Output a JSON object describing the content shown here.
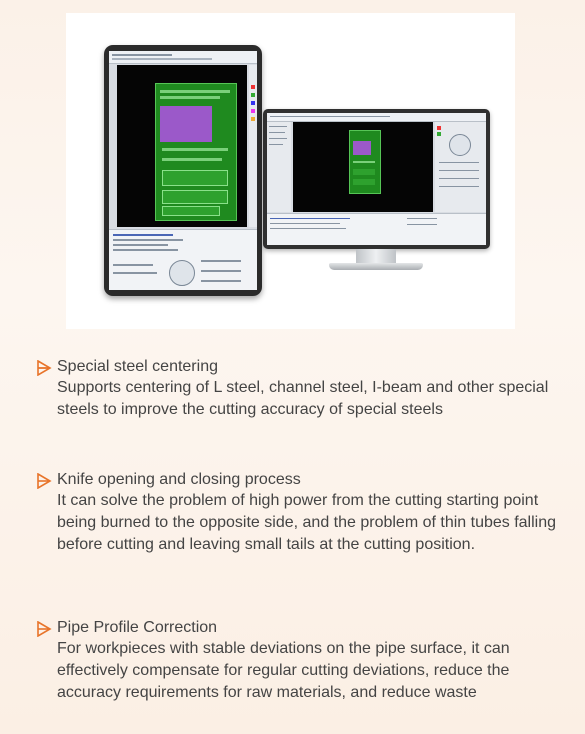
{
  "features": [
    {
      "title": "Special steel centering",
      "description": "Supports centering of L steel, channel steel, I-beam and other special steels to improve the cutting accuracy of special steels",
      "icon": "triangle-arrow-icon"
    },
    {
      "title": "Knife opening and closing process",
      "description": "It can solve the problem of high power from the cutting starting point being burned to the opposite side, and the problem of thin tubes falling before cutting and leaving small tails at the cutting position.",
      "icon": "triangle-arrow-icon"
    },
    {
      "title": "Pipe Profile Correction",
      "description": "For workpieces with stable deviations on the pipe surface, it can effectively compensate for regular cutting deviations, reduce the accuracy requirements for raw materials, and reduce waste",
      "icon": "triangle-arrow-icon"
    }
  ],
  "colors": {
    "accent": "#e8742a",
    "text": "#444444"
  }
}
